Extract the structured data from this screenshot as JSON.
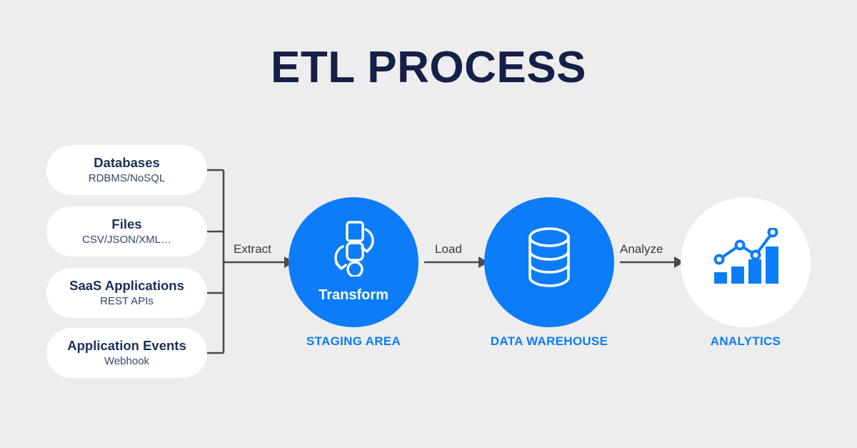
{
  "page": {
    "title": "ETL PROCESS",
    "background_color": "#ededed",
    "accent_color": "#0d7cf8",
    "title_color": "#152048"
  },
  "sources": {
    "items": [
      {
        "title": "Databases",
        "subtitle": "RDBMS/NoSQL"
      },
      {
        "title": "Files",
        "subtitle": "CSV/JSON/XML…"
      },
      {
        "title": "SaaS Applications",
        "subtitle": "REST APIs"
      },
      {
        "title": "Application Events",
        "subtitle": "Webhook"
      }
    ]
  },
  "arrows": {
    "extract": "Extract",
    "load": "Load",
    "analyze": "Analyze"
  },
  "stages": [
    {
      "icon": "transform-icon",
      "inner_label": "Transform",
      "caption": "STAGING AREA",
      "fill": "#0d7cf8"
    },
    {
      "icon": "database-cylinder-icon",
      "inner_label": "",
      "caption": "DATA WAREHOUSE",
      "fill": "#0d7cf8"
    },
    {
      "icon": "bar-line-chart-icon",
      "inner_label": "",
      "caption": "ANALYTICS",
      "fill": "#ffffff"
    }
  ]
}
